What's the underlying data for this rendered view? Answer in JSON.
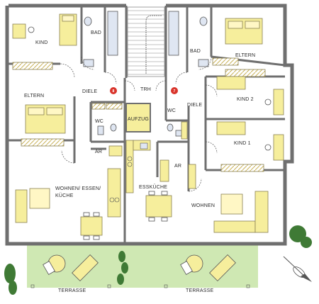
{
  "plan": {
    "rooms": {
      "left_kind": "KIND",
      "left_bad": "BAD",
      "right_bad": "BAD",
      "right_eltern_top": "ELTERN",
      "left_diele": "DIELE",
      "trh": "TRH",
      "left_eltern": "ELTERN",
      "right_kind2": "KIND 2",
      "right_diele": "DIELE",
      "aufzug": "AUFZUG",
      "left_wc": "WC",
      "right_wc": "WC",
      "right_kind1": "KIND 1",
      "left_ar": "AR",
      "right_ar": "AR",
      "wohnen_essen_kueche_1": "WOHNEN/ ESSEN/",
      "wohnen_essen_kueche_2": "KÜCHE",
      "esskueche": "ESSKÜCHE",
      "wohnen": "WOHNEN",
      "terrasse_left": "TERRASSE",
      "terrasse_right": "TERRASSE"
    },
    "badges": {
      "left": "8",
      "right": "7"
    },
    "colors": {
      "wall": "#6f6f6f",
      "floor": "#ffffff",
      "furniture": "#f6ee9c",
      "furniture_stroke": "#8a8052",
      "fixture": "#dfe6f2",
      "badge": "#d9342b",
      "lawn": "#cfe8b3",
      "hatch": "#d9c36a"
    }
  }
}
